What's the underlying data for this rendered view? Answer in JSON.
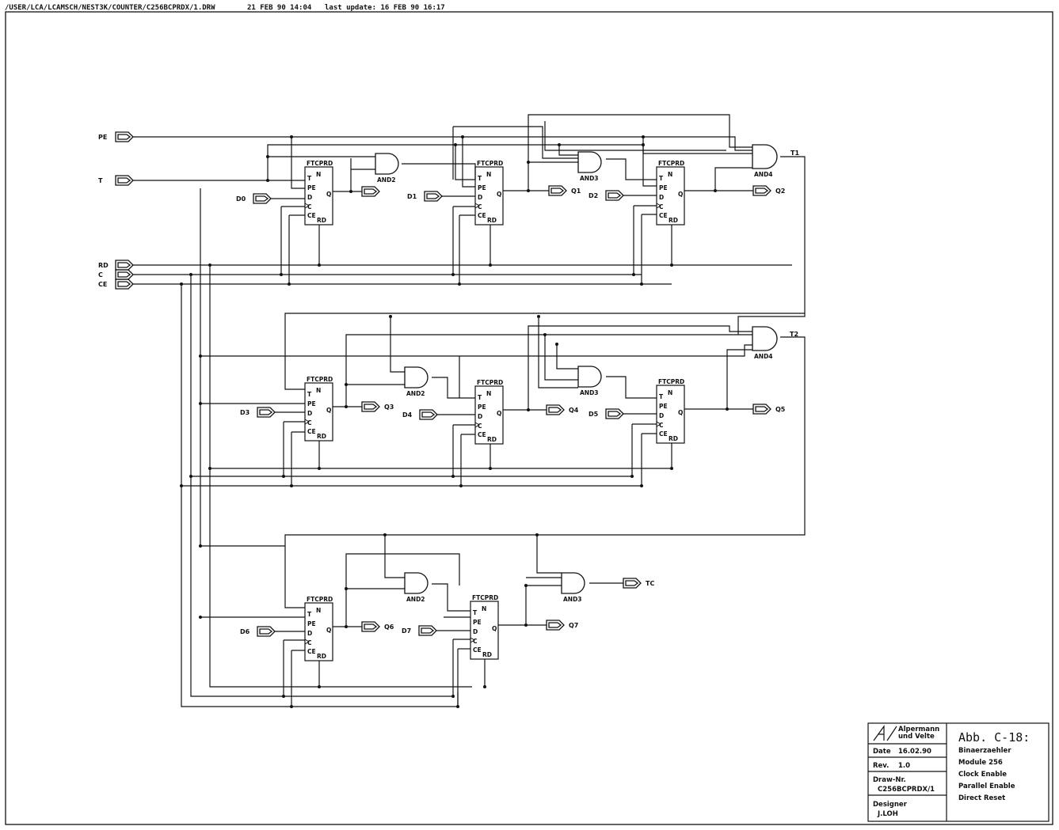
{
  "header": {
    "path": "/USER/LCA/LCAMSCH/NEST3K/COUNTER/C256BCPRDX/1.DRW",
    "date": "21 FEB 90 14:04",
    "last_update": "last update: 16 FEB 90 16:17"
  },
  "inputs": {
    "pe": "PE",
    "t": "T",
    "rd": "RD",
    "c": "C",
    "ce": "CE",
    "d0": "D0",
    "d1": "D1",
    "d2": "D2",
    "d3": "D3",
    "d4": "D4",
    "d5": "D5",
    "d6": "D6",
    "d7": "D7"
  },
  "outputs": {
    "q1": "Q1",
    "q2": "Q2",
    "q3": "Q3",
    "q4": "Q4",
    "q5": "Q5",
    "q6": "Q6",
    "q7": "Q7",
    "tc": "TC",
    "t1": "T1",
    "t2": "T2"
  },
  "flipflop": {
    "type": "FTCPRD",
    "pins": {
      "t": "T",
      "pe": "PE",
      "d": "D",
      "c": "C",
      "ce": "CE",
      "q": "Q",
      "n": "N",
      "rd": "RD"
    }
  },
  "gates": {
    "and2": "AND2",
    "and3": "AND3",
    "and4": "AND4"
  },
  "title_block": {
    "company_line1": "Alpermann",
    "company_line2": "und Velte",
    "date_label": "Date",
    "date_value": "16.02.90",
    "rev_label": "Rev.",
    "rev_value": "1.0",
    "draw_label": "Draw-Nr.",
    "draw_value": "C256BCPRDX/1",
    "designer_label": "Designer",
    "designer_value": "J.LOH",
    "figure": "Abb. C-18:",
    "desc1": "Binaerzaehler",
    "desc2": "Module 256",
    "desc3": "Clock Enable",
    "desc4": "Parallel Enable",
    "desc5": "Direct Reset"
  }
}
